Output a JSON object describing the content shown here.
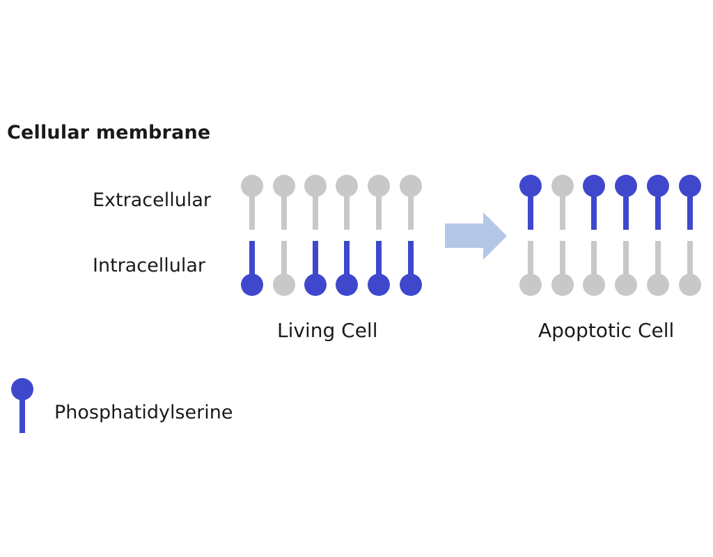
{
  "title": "Cellular membrane",
  "labels": {
    "extracellular": "Extracellular",
    "intracellular": "Intracellular",
    "living_cell": "Living Cell",
    "apoptotic_cell": "Apoptotic Cell"
  },
  "legend": {
    "label": "Phosphatidylserine"
  },
  "colors": {
    "phosphatidylserine": "#3f48cc",
    "other_lipid": "#c8c8c8",
    "arrow": "#b4c7e7"
  },
  "membranes": [
    {
      "name": "living-cell",
      "outer_leaflet": [
        "other",
        "other",
        "other",
        "other",
        "other",
        "other"
      ],
      "inner_leaflet": [
        "ps",
        "other",
        "ps",
        "ps",
        "ps",
        "ps"
      ]
    },
    {
      "name": "apoptotic-cell",
      "outer_leaflet": [
        "ps",
        "other",
        "ps",
        "ps",
        "ps",
        "ps"
      ],
      "inner_leaflet": [
        "other",
        "other",
        "other",
        "other",
        "other",
        "other"
      ]
    }
  ]
}
